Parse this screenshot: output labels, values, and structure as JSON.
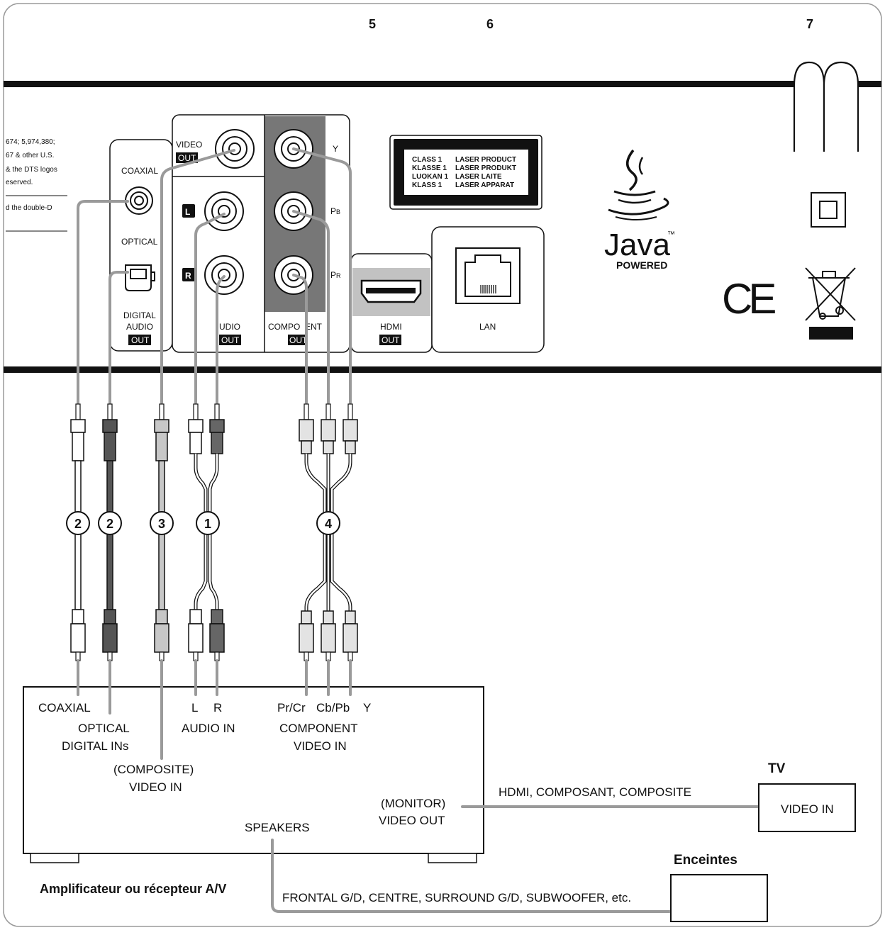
{
  "callouts": [
    "5",
    "6",
    "7"
  ],
  "panel": {
    "patent_text": [
      "674; 5,974,380;",
      "67 & other U.S.",
      "& the DTS logos",
      "eserved.",
      "d the double-D"
    ],
    "digital": {
      "coaxial": "COAXIAL",
      "optical": "OPTICAL",
      "label1": "DIGITAL",
      "label2": "AUDIO",
      "out": "OUT"
    },
    "video": {
      "label": "VIDEO",
      "out": "OUT"
    },
    "audio": {
      "l": "L",
      "r": "R",
      "label": "UDIO",
      "out": "OUT"
    },
    "component": {
      "label": "COMPO  ENT",
      "out": "OUT",
      "y": "Y",
      "pb_main": "P",
      "pb_sub": "B",
      "pr_main": "P",
      "pr_sub": "R"
    },
    "hdmi": {
      "label": "HDMI",
      "out": "OUT"
    },
    "lan": {
      "label": "LAN"
    },
    "laser_lines": [
      [
        "CLASS 1",
        "LASER PRODUCT"
      ],
      [
        "KLASSE 1",
        "LASER PRODUKT"
      ],
      [
        "LUOKAN 1",
        "LASER LAITE"
      ],
      [
        "KLASS 1",
        "LASER APPARAT"
      ]
    ],
    "java": {
      "name": "Java",
      "tm": "™",
      "powered": "POWERED"
    },
    "ce": "CE"
  },
  "cables": [
    "2",
    "2",
    "3",
    "1",
    "4"
  ],
  "amp": {
    "coaxial": "COAXIAL",
    "optical": "OPTICAL",
    "digital_ins": "DIGITAL INs",
    "composite1": "(COMPOSITE)",
    "composite2": "VIDEO IN",
    "l": "L",
    "r": "R",
    "audio_in": "AUDIO IN",
    "prcr": "Pr/Cr",
    "cbpb": "Cb/Pb",
    "y": "Y",
    "component1": "COMPONENT",
    "component2": "VIDEO IN",
    "monitor1": "(MONITOR)",
    "monitor2": "VIDEO OUT",
    "speakers": "SPEAKERS",
    "title": "Amplificateur ou récepteur A/V"
  },
  "tv": {
    "title": "TV",
    "input": "VIDEO IN",
    "link": "HDMI, COMPOSANT, COMPOSITE"
  },
  "speakers_box": {
    "title": "Enceintes",
    "link": "FRONTAL G/D, CENTRE, SURROUND G/D, SUBWOOFER, etc."
  }
}
